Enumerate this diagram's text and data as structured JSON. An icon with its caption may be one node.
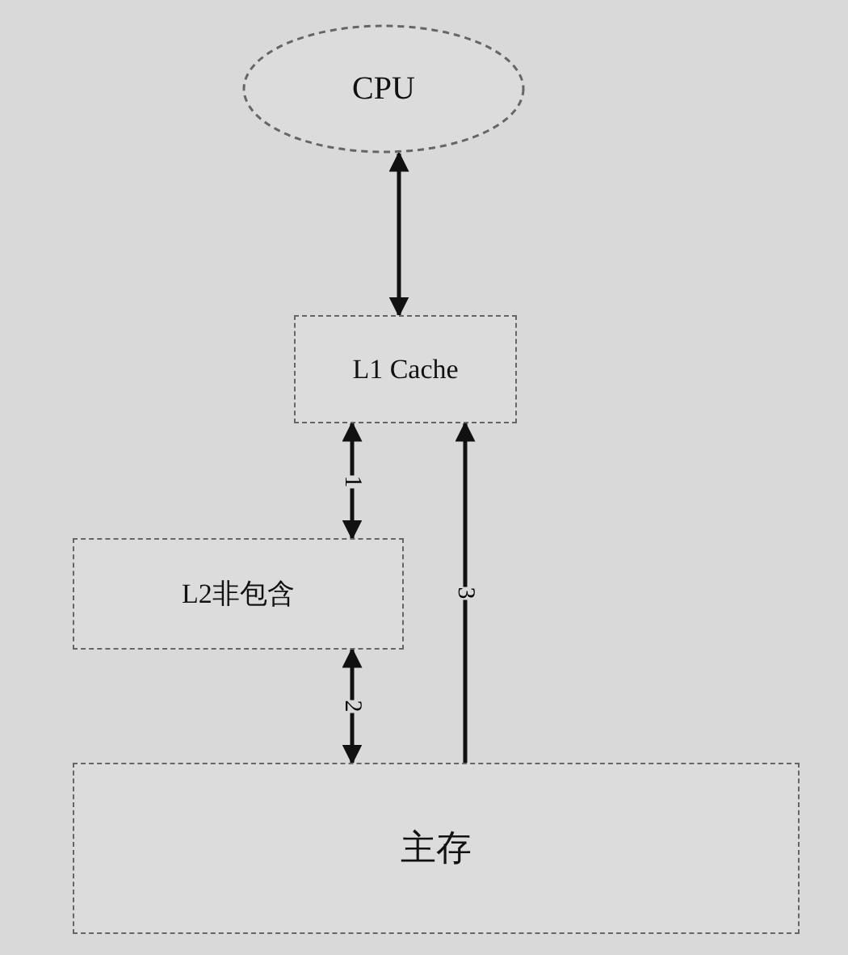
{
  "diagram": {
    "nodes": [
      {
        "text": [
          "CPU"
        ]
      },
      {
        "text": [
          "L1 Cache"
        ]
      },
      {
        "text": [
          "L2非包含"
        ]
      },
      {
        "text": [
          "主存"
        ]
      }
    ],
    "edges": [
      {
        "from": 0,
        "to": 1,
        "arrow": "both"
      },
      {
        "from": 1,
        "to": 2,
        "arrow": "both",
        "label": "1"
      },
      {
        "from": 2,
        "to": 3,
        "arrow": "both",
        "label": "2"
      },
      {
        "from": 3,
        "to": 1,
        "arrow": "to",
        "label": "3"
      }
    ]
  }
}
